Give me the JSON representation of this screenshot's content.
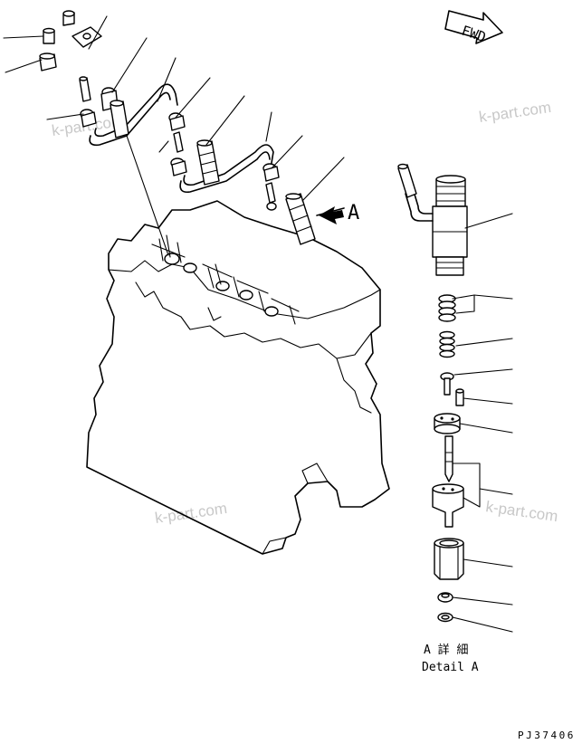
{
  "fwd_label": "FWD",
  "view_label": "A",
  "detail_caption_jp": "A 詳 細",
  "detail_caption_en": "Detail A",
  "drawing_number": "PJ37406",
  "watermark_text": "k-part.com"
}
